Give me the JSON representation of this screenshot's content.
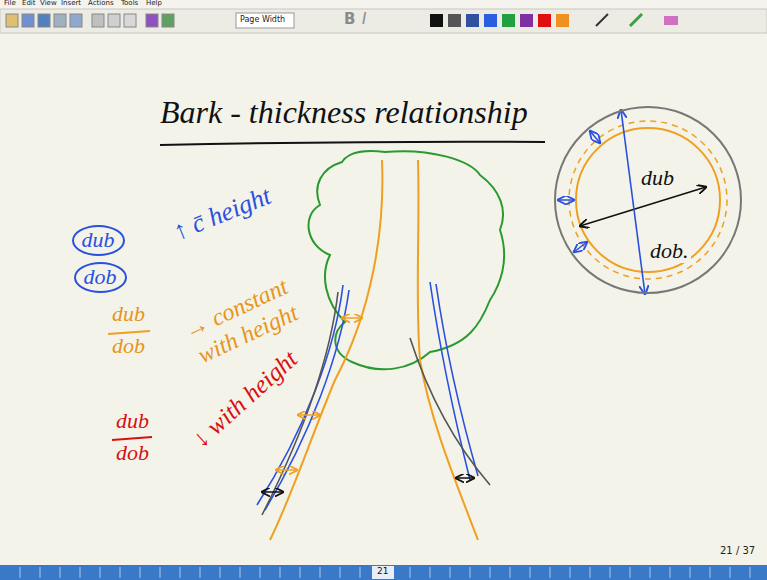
{
  "diagram": {
    "title": "Bark - thickness relationship",
    "nodes": [
      {
        "text": [
          "dub"
        ]
      },
      {
        "text": [
          "dob"
        ]
      },
      {
        "text": [
          "dub",
          "dob."
        ]
      }
    ],
    "labels": [
      "File",
      "Edit",
      "View",
      "Insert",
      "Actions",
      "Tools",
      "Help",
      "Page Width",
      "B",
      "I",
      "↑ c̄ height",
      "dub",
      "dob",
      "→ constant with height",
      "dub",
      "dob",
      "↓ with height",
      "21 / 37",
      "21"
    ]
  }
}
